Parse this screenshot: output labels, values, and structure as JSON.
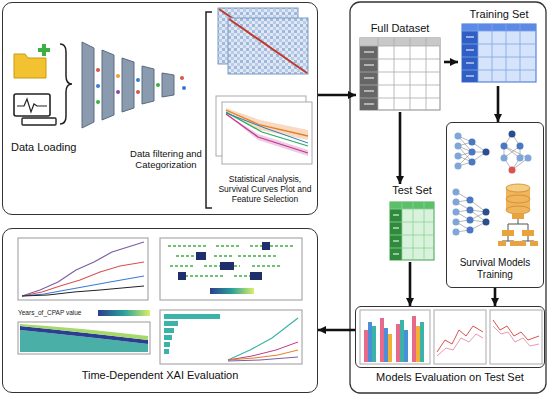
{
  "diagram": {
    "nodes": [
      {
        "text": [
          "Data Loading",
          "Data filtering and Categorization",
          "Statistical Analysis, Survival Curves Plot and Feature Selection"
        ]
      },
      {
        "text": [
          "Full Dataset"
        ]
      },
      {
        "text": [
          "Training Set"
        ]
      },
      {
        "text": [
          "Test Set"
        ]
      },
      {
        "text": [
          "Survival Models Training"
        ]
      },
      {
        "text": [
          "Models Evaluation on Test Set"
        ]
      },
      {
        "text": [
          "Time-Dependent XAI Evaluation"
        ]
      }
    ],
    "edges": [
      {
        "from": 0,
        "to": 1,
        "arrow": "to"
      },
      {
        "from": 1,
        "to": 2,
        "arrow": "to"
      },
      {
        "from": 1,
        "to": 3,
        "arrow": "to"
      },
      {
        "from": 2,
        "to": 4,
        "arrow": "to"
      },
      {
        "from": 3,
        "to": 5,
        "arrow": "to"
      },
      {
        "from": 4,
        "to": 5,
        "arrow": "to"
      },
      {
        "from": 5,
        "to": 6,
        "arrow": "to"
      }
    ],
    "labels": [
      "Years_of_CPAP value"
    ]
  }
}
